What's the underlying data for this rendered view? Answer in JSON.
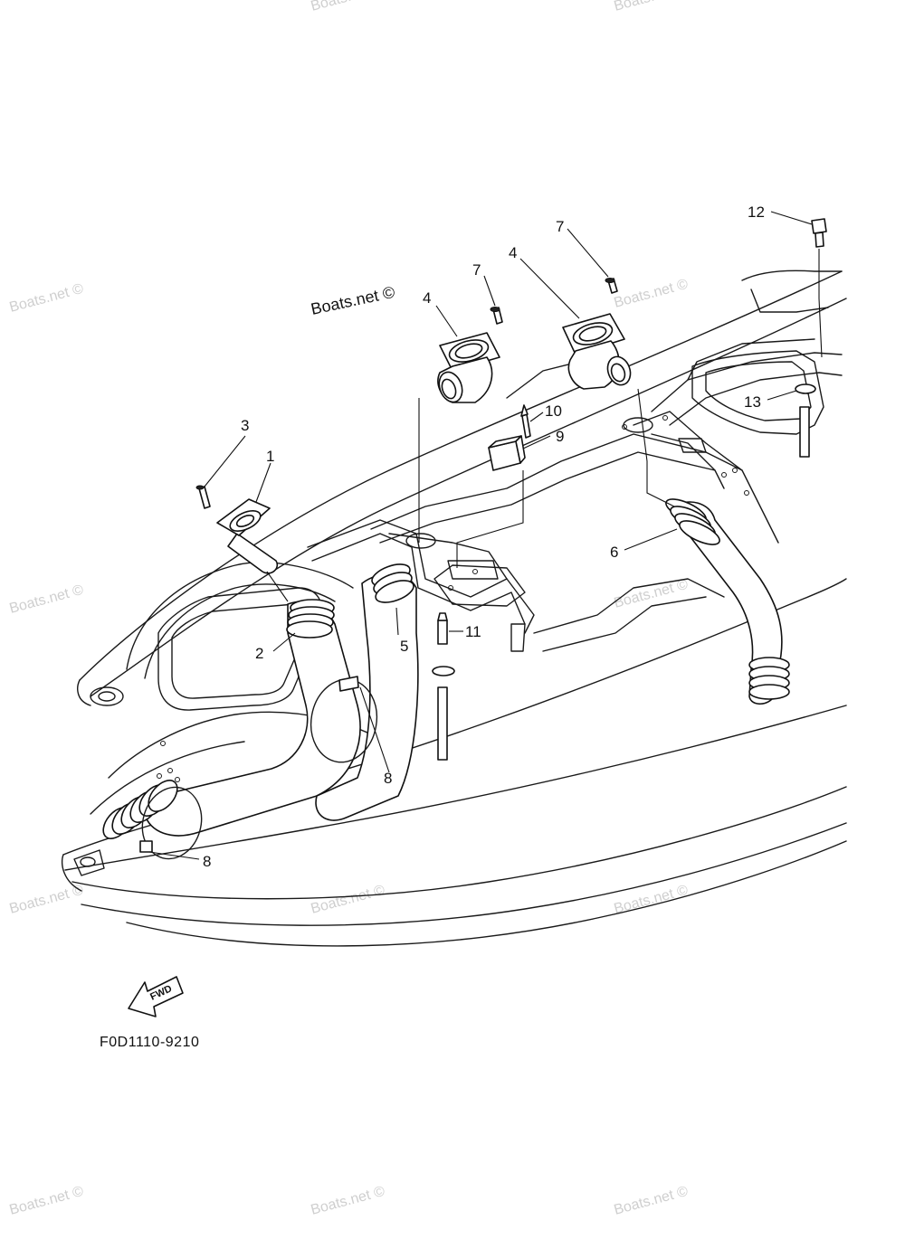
{
  "credit": "Boats.net ©",
  "watermark": "Boats.net ©",
  "figure_code": "F0D1110-9210",
  "fwd_label": "FWD",
  "callouts": {
    "c1": "1",
    "c2": "2",
    "c3": "3",
    "c4a": "4",
    "c4b": "4",
    "c5": "5",
    "c6": "6",
    "c7a": "7",
    "c7b": "7",
    "c8a": "8",
    "c8b": "8",
    "c9": "9",
    "c10": "10",
    "c11": "11",
    "c12": "12",
    "c13": "13"
  }
}
